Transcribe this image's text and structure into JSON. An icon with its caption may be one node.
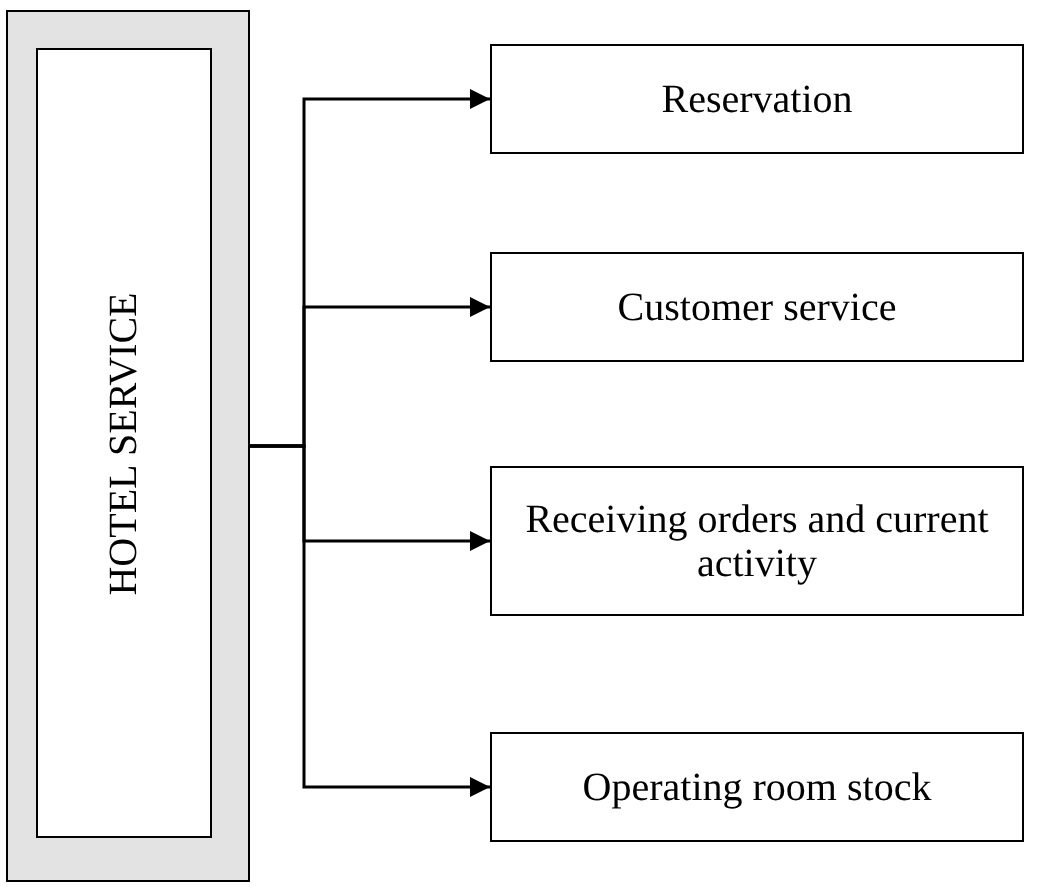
{
  "diagram": {
    "nodes": [
      {
        "text": [],
        "shape": "box"
      },
      {
        "text": [
          "HOTEL SERVICE"
        ],
        "in": 0
      },
      {
        "text": [
          "Reservation"
        ]
      },
      {
        "text": [
          "Customer service"
        ]
      },
      {
        "text": [
          "Receiving orders and current activity"
        ]
      },
      {
        "text": [
          "Operating room stock"
        ]
      }
    ],
    "edges": [
      {
        "from": 0,
        "to": 2,
        "arrow": "to"
      },
      {
        "from": 0,
        "to": 3,
        "arrow": "to"
      },
      {
        "from": 0,
        "to": 4,
        "arrow": "to"
      },
      {
        "from": 0,
        "to": 5,
        "arrow": "to"
      }
    ]
  }
}
